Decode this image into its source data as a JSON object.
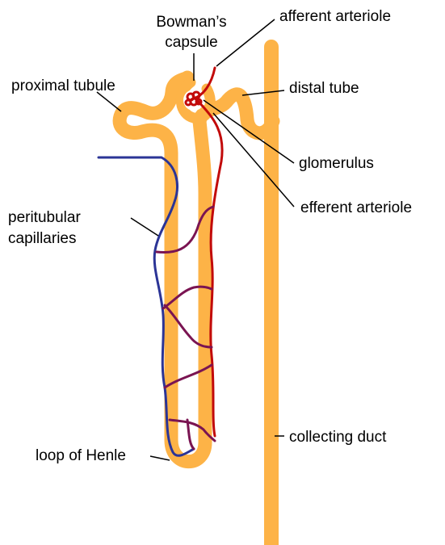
{
  "labels": {
    "bowmans_capsule_line1": "Bowman’s",
    "bowmans_capsule_line2": "capsule",
    "afferent_arteriole": "afferent arteriole",
    "proximal_tubule": "proximal tubule",
    "distal_tube": "distal tube",
    "glomerulus": "glomerulus",
    "efferent_arteriole": "efferent arteriole",
    "peritubular_line1": "peritubular",
    "peritubular_line2": "capillaries",
    "collecting_duct": "collecting duct",
    "loop_of_henle": "loop of Henle"
  },
  "colors": {
    "tubule": "#FDB347",
    "artery": "#C20A0A",
    "vein": "#2B3496",
    "mixed": "#7A1452",
    "line": "#000000"
  }
}
